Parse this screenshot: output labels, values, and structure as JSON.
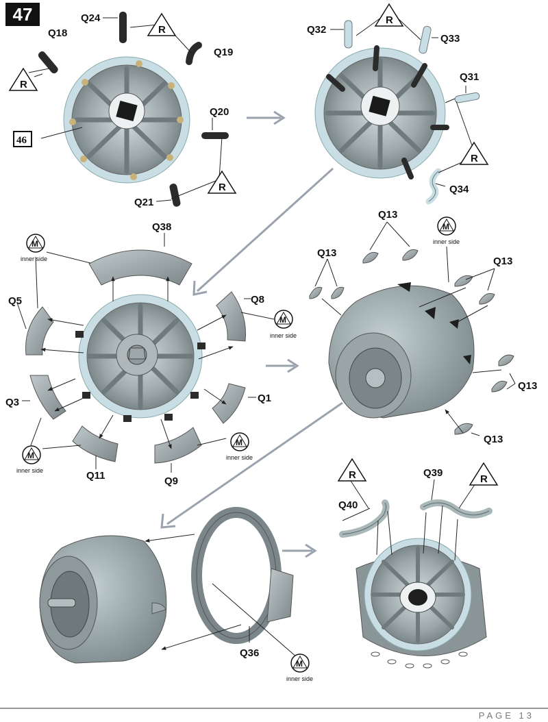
{
  "step_number": "47",
  "page_label": "PAGE 13",
  "ref_step": "46",
  "symbols": {
    "R": "R",
    "M": "M",
    "inner_side": "inner side"
  },
  "parts": {
    "q18": "Q18",
    "q24": "Q24",
    "q19": "Q19",
    "q20": "Q20",
    "q21": "Q21",
    "q32": "Q32",
    "q33": "Q33",
    "q31": "Q31",
    "q34": "Q34",
    "q38": "Q38",
    "q5": "Q5",
    "q8": "Q8",
    "q3": "Q3",
    "q1": "Q1",
    "q11": "Q11",
    "q9": "Q9",
    "q13": "Q13",
    "q36": "Q36",
    "q39": "Q39",
    "q40": "Q40"
  },
  "colors": {
    "part_gray": "#a9b7b8",
    "dark_gray": "#6f7d80",
    "light_blue": "#c9dde4",
    "black_part": "#2b2b2b",
    "arrow_gray": "#9aa3ad"
  }
}
